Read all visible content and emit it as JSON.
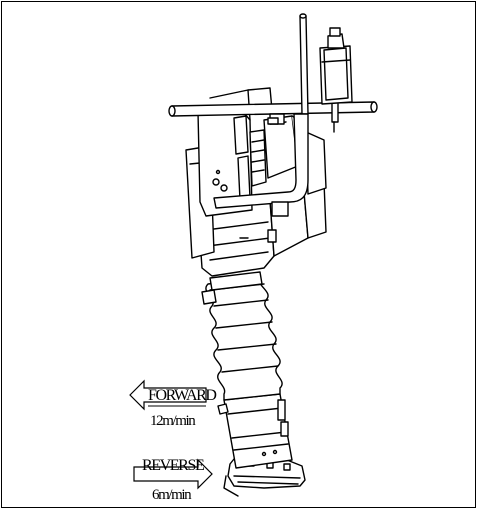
{
  "diagram": {
    "forward": {
      "label": "FORWARD",
      "speed": "12m/min"
    },
    "reverse": {
      "label": "REVERSE",
      "speed": "6m/min"
    }
  }
}
